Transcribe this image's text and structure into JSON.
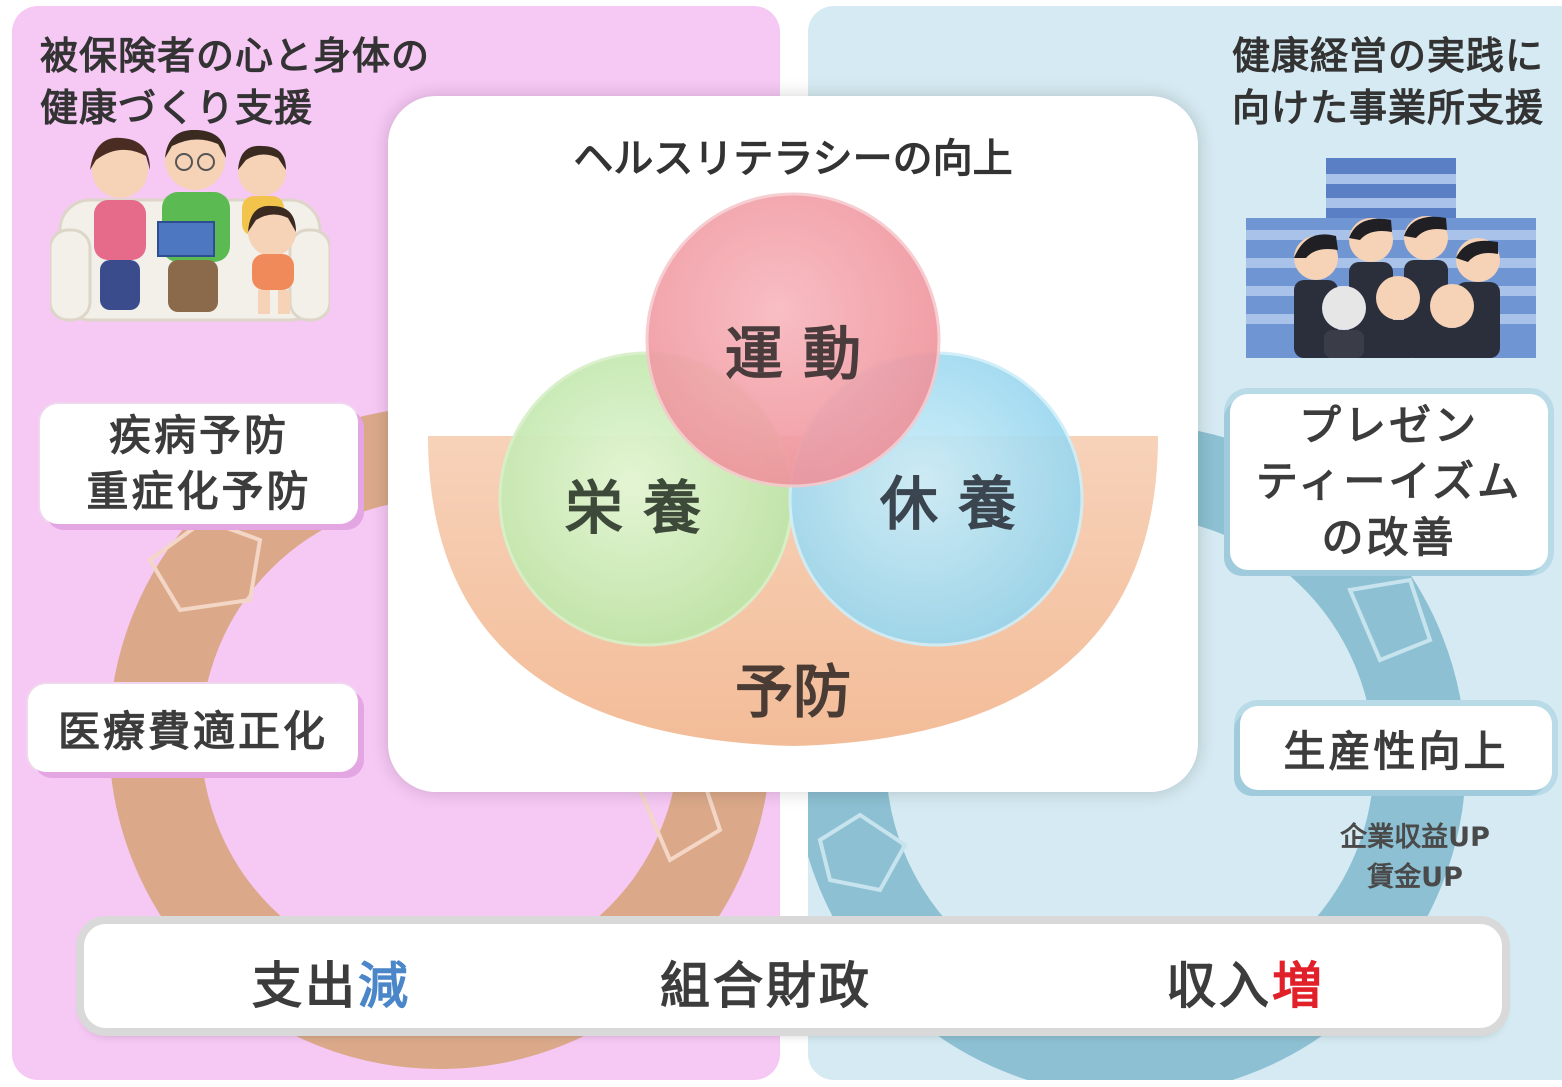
{
  "left_panel": {
    "heading": [
      "被保険者の心と身体の",
      "健康づくり支援"
    ],
    "box_prevention": [
      "疾病予防",
      "重症化予防"
    ],
    "box_cost": "医療費適正化",
    "illustration": "family-reading-on-sofa"
  },
  "right_panel": {
    "heading": [
      "健康経営の実践に",
      "向けた事業所支援"
    ],
    "box_presenteeism": [
      "プレゼン",
      "ティーイズム",
      "の改善"
    ],
    "box_productivity": "生産性向上",
    "sub_notes": [
      "企業収益UP",
      "賃金UP"
    ],
    "illustration": "office-workers-cheering"
  },
  "center": {
    "title": "ヘルスリテラシーの向上",
    "circles": {
      "exercise": "運 動",
      "nutrition": "栄 養",
      "rest": "休 養"
    },
    "base_label": "予防",
    "colors": {
      "exercise": "#f2a3ab",
      "nutrition": "#c8ecb4",
      "rest": "#a9def2",
      "base": "#f5c6a5"
    }
  },
  "bottom_bar": {
    "left_prefix": "支出",
    "left_accent": "減",
    "center": "組合財政",
    "right_prefix": "収入",
    "right_accent": "増",
    "accent_colors": {
      "decrease": "#4a86c8",
      "increase": "#e2202a"
    }
  },
  "colors": {
    "left_panel": "#f6c8f4",
    "right_panel": "#d5eaf2",
    "left_ring": "#dba98a",
    "right_ring": "#8cc0d2"
  }
}
